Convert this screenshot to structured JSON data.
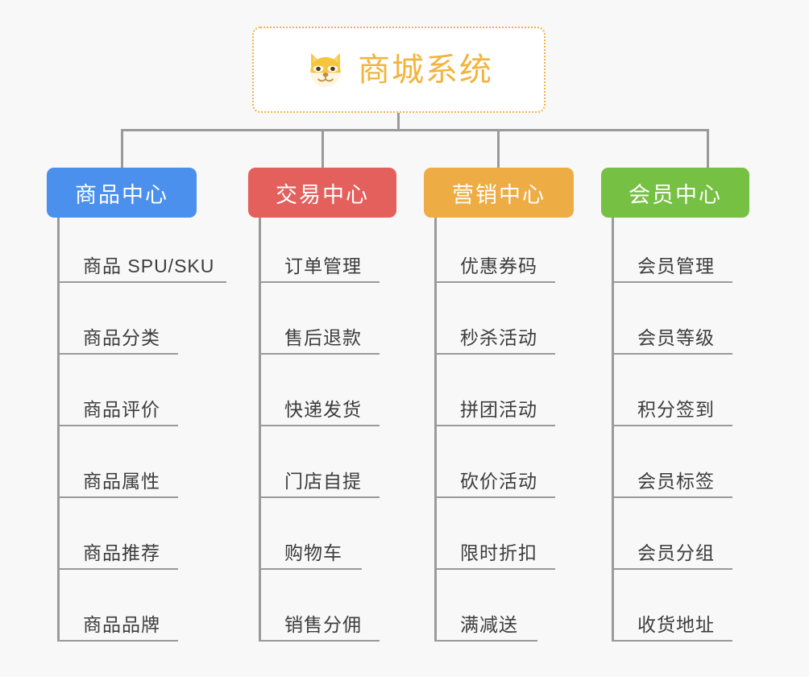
{
  "diagram": {
    "background_color": "#f8f8f8",
    "root": {
      "title": "商城系统",
      "icon": "shiba-dog-face-icon",
      "border_color": "#f0b14a",
      "text_color": "#f2b43c"
    },
    "categories": [
      {
        "label": "商品中心",
        "color": "#4a90ec",
        "items": [
          "商品 SPU/SKU",
          "商品分类",
          "商品评价",
          "商品属性",
          "商品推荐",
          "商品品牌"
        ]
      },
      {
        "label": "交易中心",
        "color": "#e4605c",
        "items": [
          "订单管理",
          "售后退款",
          "快递发货",
          "门店自提",
          "购物车",
          "销售分佣"
        ]
      },
      {
        "label": "营销中心",
        "color": "#eeac45",
        "items": [
          "优惠券码",
          "秒杀活动",
          "拼团活动",
          "砍价活动",
          "限时折扣",
          "满减送"
        ]
      },
      {
        "label": "会员中心",
        "color": "#76c044",
        "items": [
          "会员管理",
          "会员等级",
          "积分签到",
          "会员标签",
          "会员分组",
          "收货地址"
        ]
      }
    ]
  }
}
